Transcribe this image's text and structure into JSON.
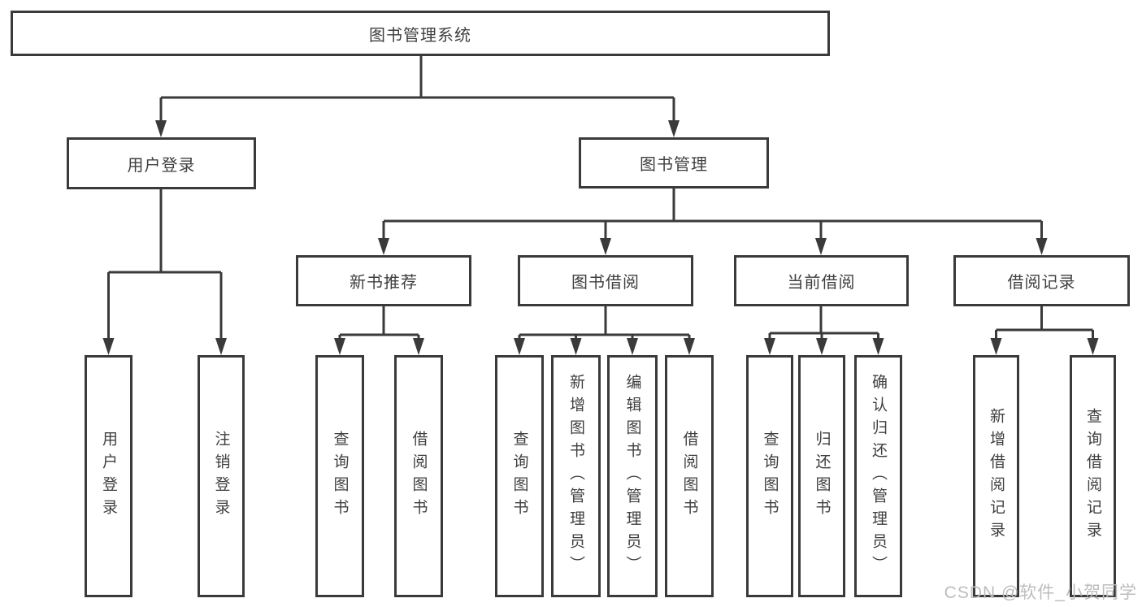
{
  "diagram": {
    "root": {
      "label": "图书管理系统",
      "children": [
        {
          "label": "用户登录",
          "children": [
            {
              "label": "用户登录"
            },
            {
              "label": "注销登录"
            }
          ]
        },
        {
          "label": "图书管理",
          "children": [
            {
              "label": "新书推荐",
              "children": [
                {
                  "label": "查询图书"
                },
                {
                  "label": "借阅图书"
                }
              ]
            },
            {
              "label": "图书借阅",
              "children": [
                {
                  "label": "查询图书"
                },
                {
                  "label": "新增图书（管理员）"
                },
                {
                  "label": "编辑图书（管理员）"
                },
                {
                  "label": "借阅图书"
                }
              ]
            },
            {
              "label": "当前借阅",
              "children": [
                {
                  "label": "查询图书"
                },
                {
                  "label": "归还图书"
                },
                {
                  "label": "确认归还（管理员）"
                }
              ]
            },
            {
              "label": "借阅记录",
              "children": [
                {
                  "label": "新增借阅记录"
                },
                {
                  "label": "查询借阅记录"
                }
              ]
            }
          ]
        }
      ]
    }
  },
  "watermark": {
    "text": "CSDN @软件_小贺同学"
  },
  "colors": {
    "line": "#3a3a3a",
    "box_border": "#3a3a3a",
    "text": "#3f3f3f",
    "watermark": "#bdbdbd",
    "background": "#ffffff"
  }
}
